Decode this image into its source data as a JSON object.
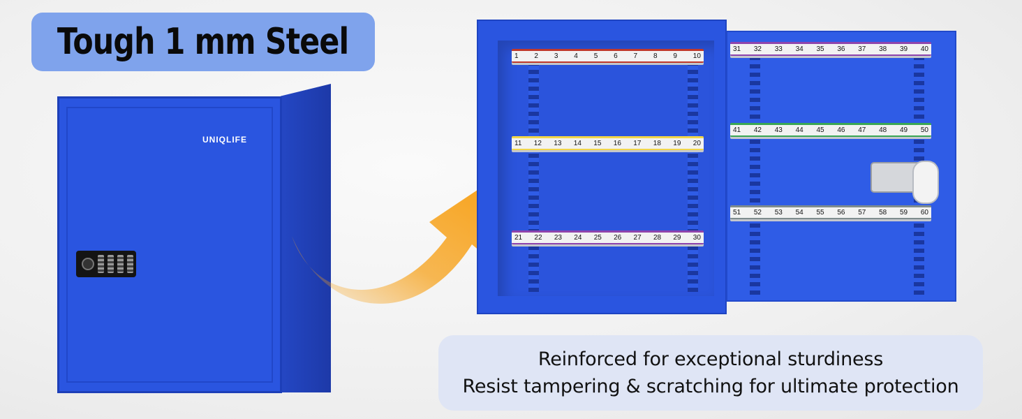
{
  "headline": "Tough 1 mm Steel",
  "brand_text": "UNIQLIFE",
  "caption": {
    "line1": "Reinforced for exceptional sturdiness",
    "line2": "Resist tampering & scratching for ultimate protection"
  },
  "hook_rows": [
    {
      "numbers": [
        "1",
        "2",
        "3",
        "4",
        "5",
        "6",
        "7",
        "8",
        "9",
        "10"
      ],
      "stripe_color": "#c0392b"
    },
    {
      "numbers": [
        "11",
        "12",
        "13",
        "14",
        "15",
        "16",
        "17",
        "18",
        "19",
        "20"
      ],
      "stripe_color": "#f1d64a"
    },
    {
      "numbers": [
        "21",
        "22",
        "23",
        "24",
        "25",
        "26",
        "27",
        "28",
        "29",
        "30"
      ],
      "stripe_color": "#8e44ad"
    },
    {
      "numbers": [
        "31",
        "32",
        "33",
        "34",
        "35",
        "36",
        "37",
        "38",
        "39",
        "40"
      ],
      "stripe_color": "#8e44ad"
    },
    {
      "numbers": [
        "41",
        "42",
        "43",
        "44",
        "45",
        "46",
        "47",
        "48",
        "49",
        "50"
      ],
      "stripe_color": "#3aa655"
    },
    {
      "numbers": [
        "51",
        "52",
        "53",
        "54",
        "55",
        "56",
        "57",
        "58",
        "59",
        "60"
      ],
      "stripe_color": "#7f8c8d"
    }
  ],
  "colors": {
    "steel_blue": "#2a55e0",
    "headline_bg": "#7fa3ec",
    "caption_bg": "#dfe5f5",
    "arrow": "#f7a21b"
  }
}
